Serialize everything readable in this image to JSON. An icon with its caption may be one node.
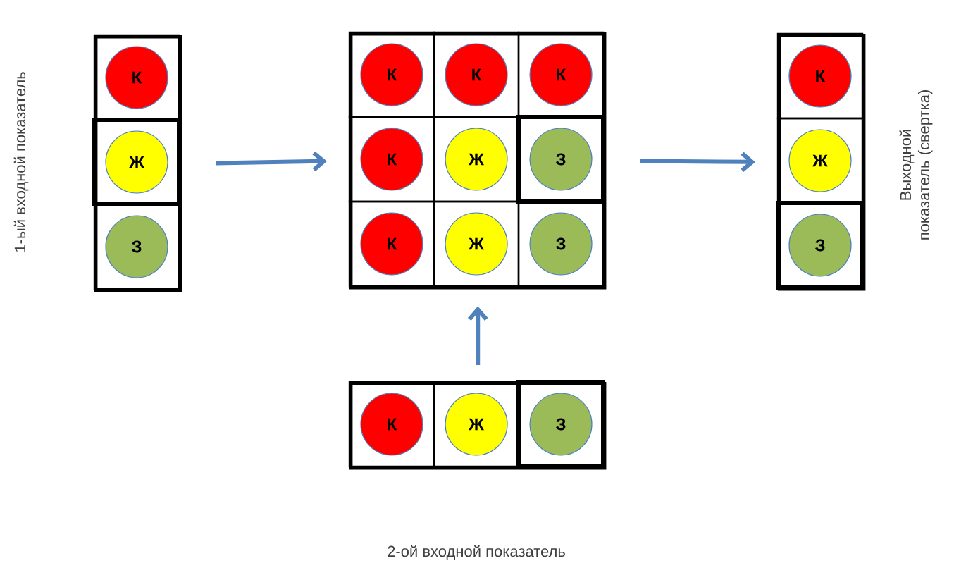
{
  "diagram": {
    "nodes": [
      {
        "text": [],
        "shape": "box"
      },
      {
        "text": [
          "К"
        ],
        "in": 0
      },
      {
        "text": [
          "Ж"
        ],
        "in": 0
      },
      {
        "text": [
          "З"
        ],
        "in": 0
      },
      {
        "text": [],
        "shape": "box"
      },
      {
        "text": [
          "К"
        ],
        "in": 4
      },
      {
        "text": [
          "К"
        ],
        "in": 4
      },
      {
        "text": [
          "К"
        ],
        "in": 4
      },
      {
        "text": [
          "К"
        ],
        "in": 4
      },
      {
        "text": [
          "Ж"
        ],
        "in": 4
      },
      {
        "text": [
          "З"
        ],
        "in": 4
      },
      {
        "text": [
          "К"
        ],
        "in": 4
      },
      {
        "text": [
          "Ж"
        ],
        "in": 4
      },
      {
        "text": [
          "З"
        ],
        "in": 4
      },
      {
        "text": [],
        "shape": "box"
      },
      {
        "text": [
          "К"
        ],
        "in": 14
      },
      {
        "text": [
          "Ж"
        ],
        "in": 14
      },
      {
        "text": [
          "З"
        ],
        "in": 14
      },
      {
        "text": [],
        "shape": "box"
      },
      {
        "text": [
          "К"
        ],
        "in": 18
      },
      {
        "text": [
          "Ж"
        ],
        "in": 18
      },
      {
        "text": [
          "З"
        ],
        "in": 18
      }
    ],
    "edges": [
      {
        "from": 0,
        "to": 4,
        "arrow": "to"
      },
      {
        "from": 4,
        "to": 14,
        "arrow": "to"
      },
      {
        "from": 18,
        "to": 4,
        "arrow": "to"
      }
    ],
    "labels": [
      "1-ый входной показатель",
      "Выходной показатель (свертка)",
      "2-ой входной показатель"
    ]
  }
}
